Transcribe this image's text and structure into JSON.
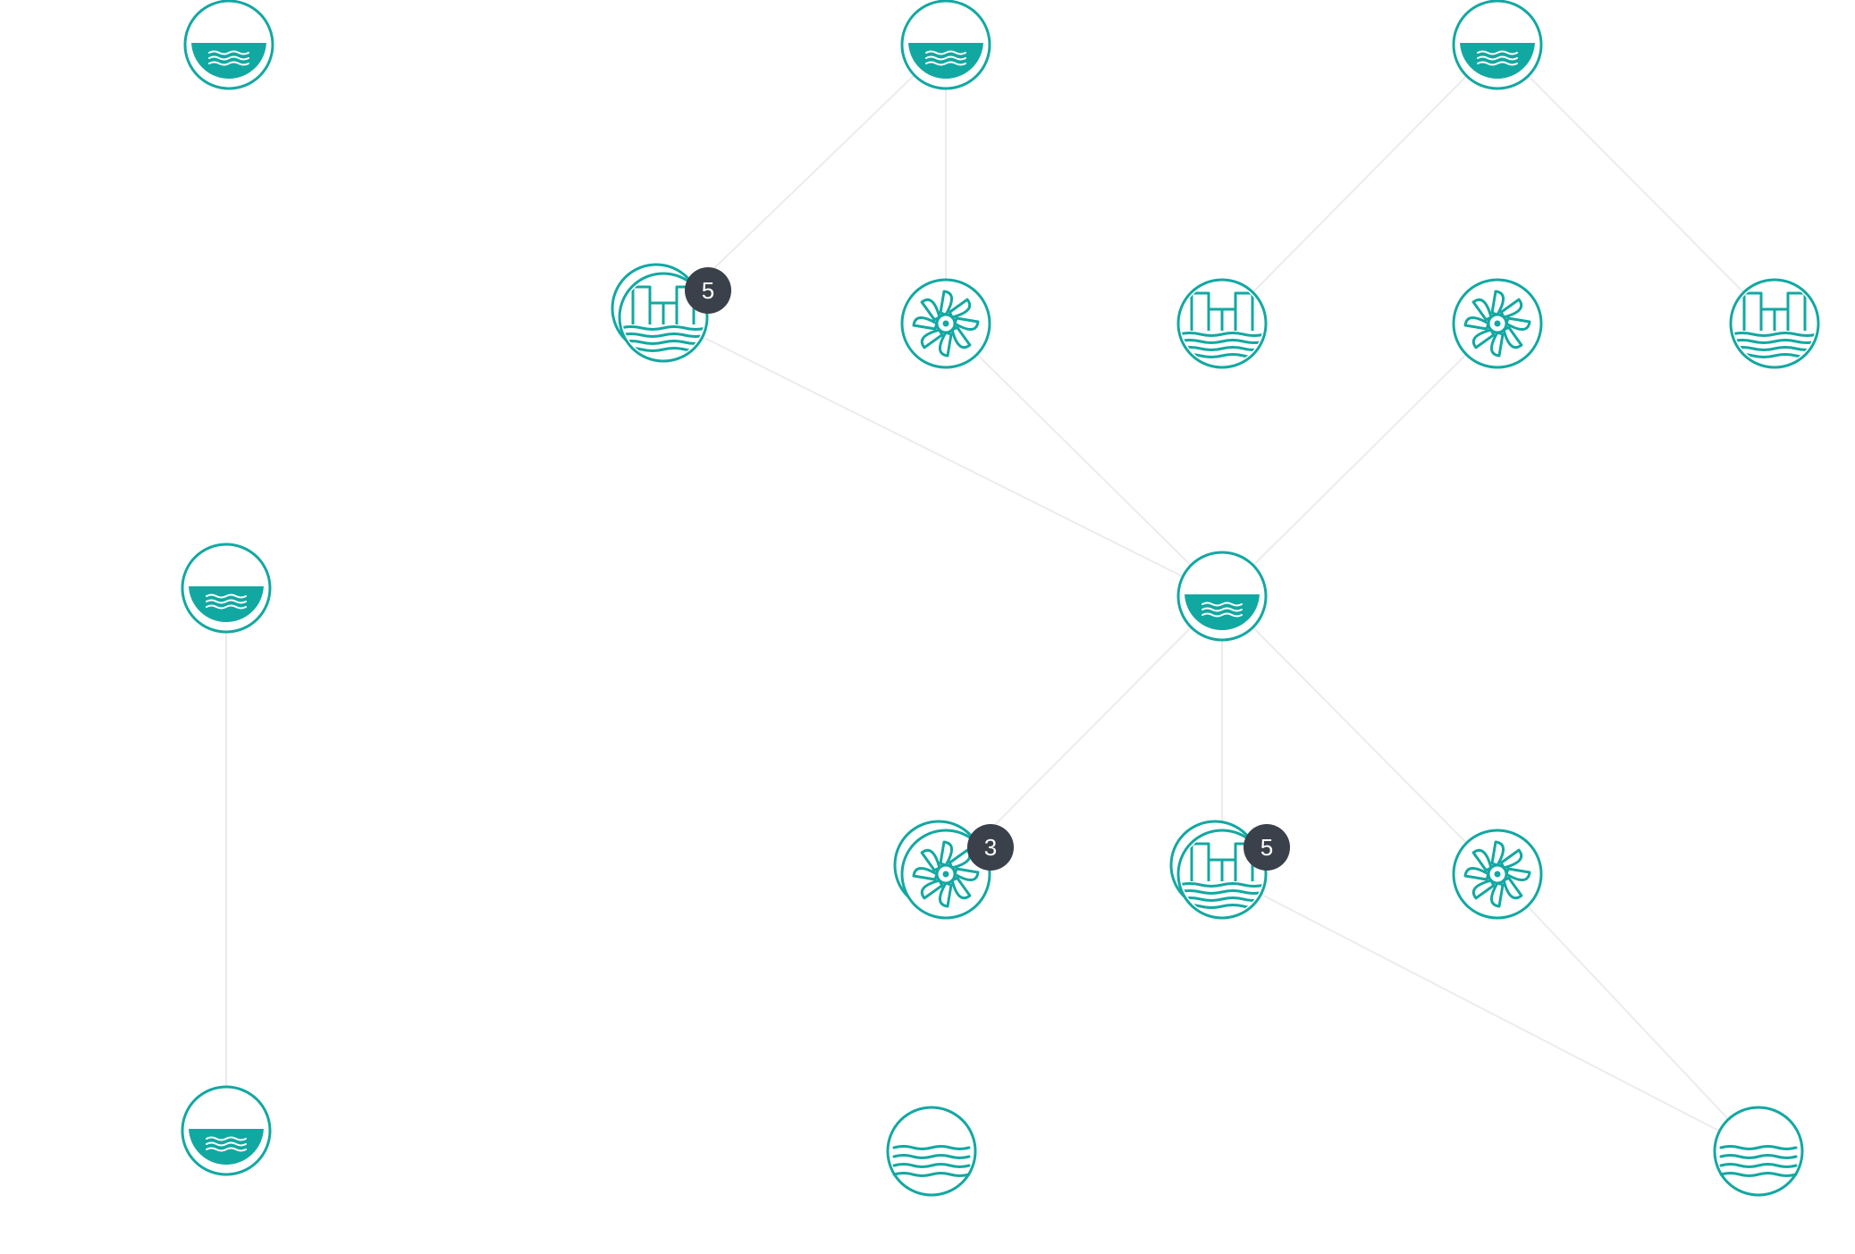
{
  "colors": {
    "accent": "#12a8a2",
    "edge": "#ececec",
    "badge": "#3a414b",
    "badge_text": "#ffffff"
  },
  "nodes": [
    {
      "id": "n1",
      "icon": "reservoir-icon"
    },
    {
      "id": "n2",
      "icon": "reservoir-icon"
    },
    {
      "id": "n3",
      "icon": "reservoir-icon"
    },
    {
      "id": "n4",
      "icon": "dam-icon",
      "badge": "5"
    },
    {
      "id": "n5",
      "icon": "turbine-icon"
    },
    {
      "id": "n6",
      "icon": "dam-icon"
    },
    {
      "id": "n7",
      "icon": "turbine-icon"
    },
    {
      "id": "n8",
      "icon": "dam-icon"
    },
    {
      "id": "n9",
      "icon": "reservoir-icon"
    },
    {
      "id": "n10",
      "icon": "reservoir-icon"
    },
    {
      "id": "n11",
      "icon": "turbine-icon",
      "badge": "3"
    },
    {
      "id": "n12",
      "icon": "dam-icon",
      "badge": "5"
    },
    {
      "id": "n13",
      "icon": "turbine-icon"
    },
    {
      "id": "n14",
      "icon": "reservoir-icon"
    },
    {
      "id": "n15",
      "icon": "river-icon"
    },
    {
      "id": "n16",
      "icon": "river-icon"
    }
  ],
  "edges": [
    [
      "n2",
      "n4"
    ],
    [
      "n2",
      "n5"
    ],
    [
      "n3",
      "n6"
    ],
    [
      "n3",
      "n8"
    ],
    [
      "n4",
      "n9"
    ],
    [
      "n5",
      "n9"
    ],
    [
      "n7",
      "n9"
    ],
    [
      "n9",
      "n11"
    ],
    [
      "n9",
      "n12"
    ],
    [
      "n9",
      "n13"
    ],
    [
      "n12",
      "n16"
    ],
    [
      "n13",
      "n16"
    ],
    [
      "n10",
      "n14"
    ]
  ]
}
